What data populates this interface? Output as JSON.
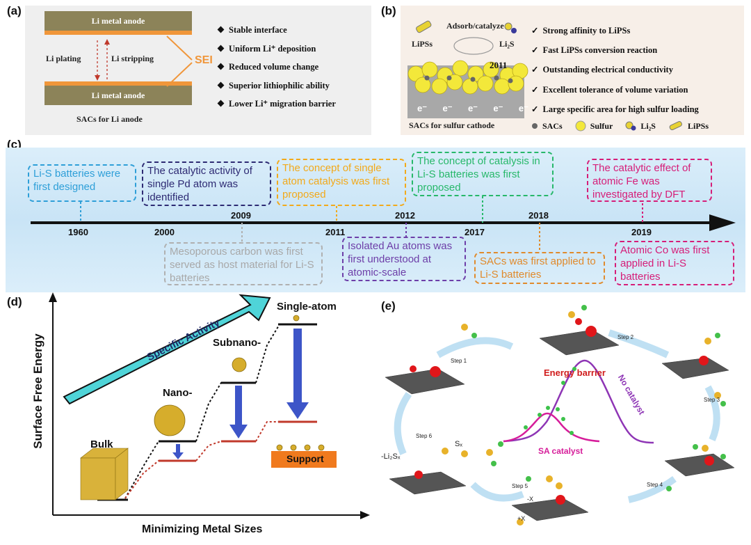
{
  "panels": {
    "a": {
      "label": "(a)",
      "anode_top": "Li metal anode",
      "anode_bottom": "Li metal anode",
      "plating": "Li plating",
      "stripping": "Li stripping",
      "sei": "SEI",
      "caption": "SACs for Li anode",
      "bullets": [
        "Stable interface",
        "Uniform Li⁺ deposition",
        "Reduced volume change",
        "Superior lithiophilic ability",
        "Lower Li⁺ migration barrier"
      ]
    },
    "b": {
      "label": "(b)",
      "adsorb": "Adsorb/catalyze",
      "lipss": "LiPSs",
      "li2s": "Li₂S",
      "overlay_year": "2011",
      "electrons": [
        "e⁻",
        "e⁻",
        "e⁻",
        "e⁻",
        "e⁻"
      ],
      "caption": "SACs for sulfur cathode",
      "legend": [
        "SACs",
        "Sulfur",
        "Li₂S",
        "LiPSs"
      ],
      "bullets": [
        "Strong affinity to LiPSs",
        "Fast LiPSs conversion reaction",
        "Outstanding electrical conductivity",
        "Excellent tolerance of volume variation",
        "Large specific area for high sulfur loading"
      ]
    },
    "c": {
      "label": "(c)",
      "years": [
        "1960",
        "2000",
        "2009",
        "2011",
        "2012",
        "2017",
        "2018",
        "2019"
      ],
      "events": [
        {
          "text": "Li-S batteries were first designed",
          "color": "#2e9fd8"
        },
        {
          "text": "The catalytic activity of single Pd atom was identified",
          "color": "#2d2a73"
        },
        {
          "text": "The concept of single atom catalysis was first proposed",
          "color": "#f2a91a"
        },
        {
          "text": "The concept of catalysis in Li-S batteries was first proposed",
          "color": "#27b86a"
        },
        {
          "text": "The catalytic effect of atomic Fe was investigated by DFT",
          "color": "#d61d78"
        },
        {
          "text": "Mesoporous carbon was first served as host material for Li-S batteries",
          "color": "#b0b0b0"
        },
        {
          "text": "Isolated Au atoms was first understood at atomic-scale",
          "color": "#6d3ea8"
        },
        {
          "text": "SACs was first applied to Li-S batteries",
          "color": "#e08a2c"
        },
        {
          "text": "Atomic Co was first applied in Li-S batteries",
          "color": "#d61d78"
        }
      ]
    },
    "d": {
      "label": "(d)",
      "y_axis": "Surface Free Energy",
      "x_axis": "Minimizing Metal Sizes",
      "arrow_text": "Specific Activity",
      "sizes": [
        "Bulk",
        "Nano-",
        "Subnano-",
        "Single-atom"
      ],
      "support": "Support"
    },
    "e": {
      "label": "(e)",
      "energy_barrier": "Energy barrier",
      "no_catalyst": "No catalyst",
      "sa_catalyst": "SA catalyst",
      "steps": [
        "Step 1",
        "Step 2",
        "Step 3",
        "Step 4",
        "Step 5",
        "Step 6"
      ],
      "minus_li2sx": "-Li₂Sₓ",
      "sx": "Sₓ",
      "minus_x": "-X",
      "plus_x": "+X"
    }
  },
  "colors": {
    "anode": "#8c8359",
    "sei": "#f0963a",
    "timeline_bg": "#c9e4f6",
    "blue_arrow": "#3d55c8",
    "support": "#f07a1e",
    "energy_noncat": "#8e35b5",
    "energy_cat": "#d61d9a"
  }
}
